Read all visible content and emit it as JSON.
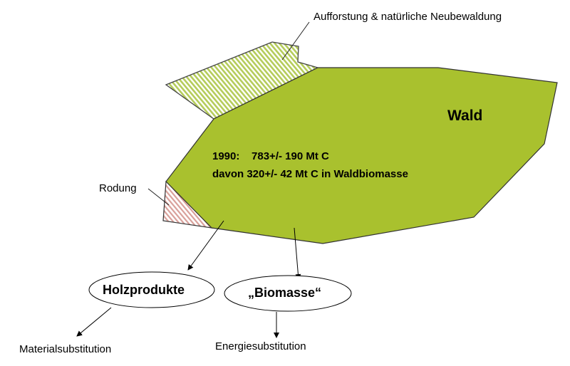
{
  "labels": {
    "afforestation": "Aufforstung & natürliche Neubewaldung",
    "forest": "Wald",
    "year_line": "1990:    783+/- 190 Mt C",
    "biomass_line": "davon 320+/- 42 Mt C in Waldbiomasse",
    "clearing": "Rodung",
    "wood_products": "Holzprodukte",
    "biomass": "„Biomasse“",
    "material_substitution": "Materialsubstitution",
    "energy_substitution": "Energiesubstitution"
  },
  "colors": {
    "forest": "#a9c12e",
    "afforestation_hatch": "#b5cc5a",
    "clearing_hatch": "#d9a09a"
  }
}
